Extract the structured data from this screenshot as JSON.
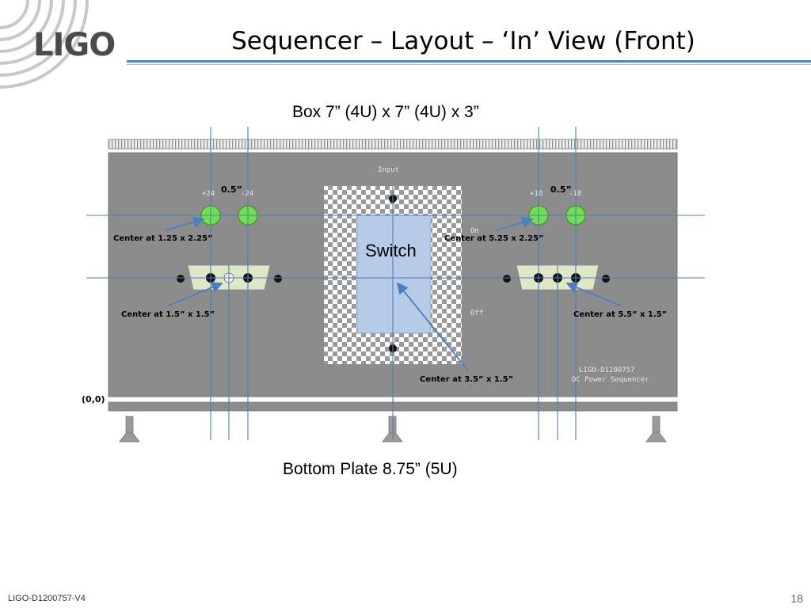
{
  "header": {
    "logo_text": "LIGO",
    "title": "Sequencer – Layout – ‘In’ View (Front)"
  },
  "captions": {
    "box": "Box 7” (4U) x 7” (4U) x 3”",
    "bottom_plate": "Bottom Plate 8.75” (5U)"
  },
  "panel": {
    "input_label": "Input",
    "on_label": "On",
    "off_label": "Off",
    "plus24": "+24",
    "minus24": "-24",
    "plus18": "+18",
    "minus18": "-18",
    "doc_number": "LIGO-D1200757",
    "doc_title": "DC Power Sequencer",
    "switch_label": "Switch"
  },
  "annotations": {
    "spacing_left": "0.5”",
    "spacing_right": "0.5”",
    "center_left_banana": "Center at 1.25 x 2.25”",
    "center_right_banana": "Center at 5.25 x 2.25”",
    "center_left_dsub": "Center at 1.5” x 1.5”",
    "center_right_dsub": "Center at 5.5” x 1.5”",
    "center_switch": "Center at 3.5” x 1.5”",
    "origin": "(0,0)"
  },
  "footer": {
    "doc_id": "LIGO-D1200757-V4",
    "page_number": "18"
  },
  "colors": {
    "panel_gray": "#8c8c8c",
    "guide_blue": "#4a7fc1",
    "banana_green": "#6ee04a",
    "dsub_cream": "#dfe8c6",
    "switch_blue": "#b5cbe6",
    "title_rule": "#4a86c5"
  }
}
